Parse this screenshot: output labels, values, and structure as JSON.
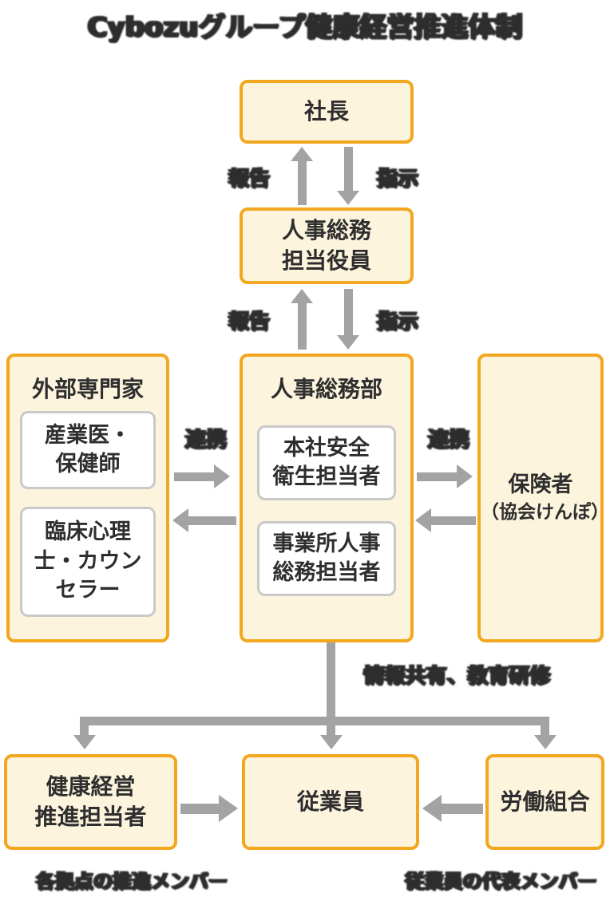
{
  "title": "Cybozuグループ健康経営推進体制",
  "colors": {
    "box_border": "#f2a71f",
    "box_fill": "#fdf4de",
    "subbox_border": "#c9c9c9",
    "arrow": "#a3a3a3",
    "text": "#2e2e2e"
  },
  "boxes": {
    "president": "社長",
    "hr_executive": [
      "人事総務",
      "担当役員"
    ],
    "external": {
      "title": "外部専門家",
      "member1": [
        "産業医・",
        "保健師"
      ],
      "member2": [
        "臨床心理",
        "士・カウン",
        "セラー"
      ]
    },
    "hr_dept": {
      "title": "人事総務部",
      "member1": [
        "本社安全",
        "衛生担当者"
      ],
      "member2": [
        "事業所人事",
        "総務担当者"
      ]
    },
    "insurer": [
      "保険者",
      "（協会けんぽ）"
    ],
    "promoter": [
      "健康経営",
      "推進担当者"
    ],
    "employees": "従業員",
    "union": "労働組合"
  },
  "arrow_labels": {
    "report_top": "報告",
    "instruct_top": "指示",
    "report_mid": "報告",
    "instruct_mid": "指示",
    "cooperate_left": "連携",
    "cooperate_right": "連携",
    "share": "情報共有、教育研修"
  },
  "captions": {
    "left": "各拠点の推進メンバー",
    "right": "従業員の代表メンバー"
  }
}
